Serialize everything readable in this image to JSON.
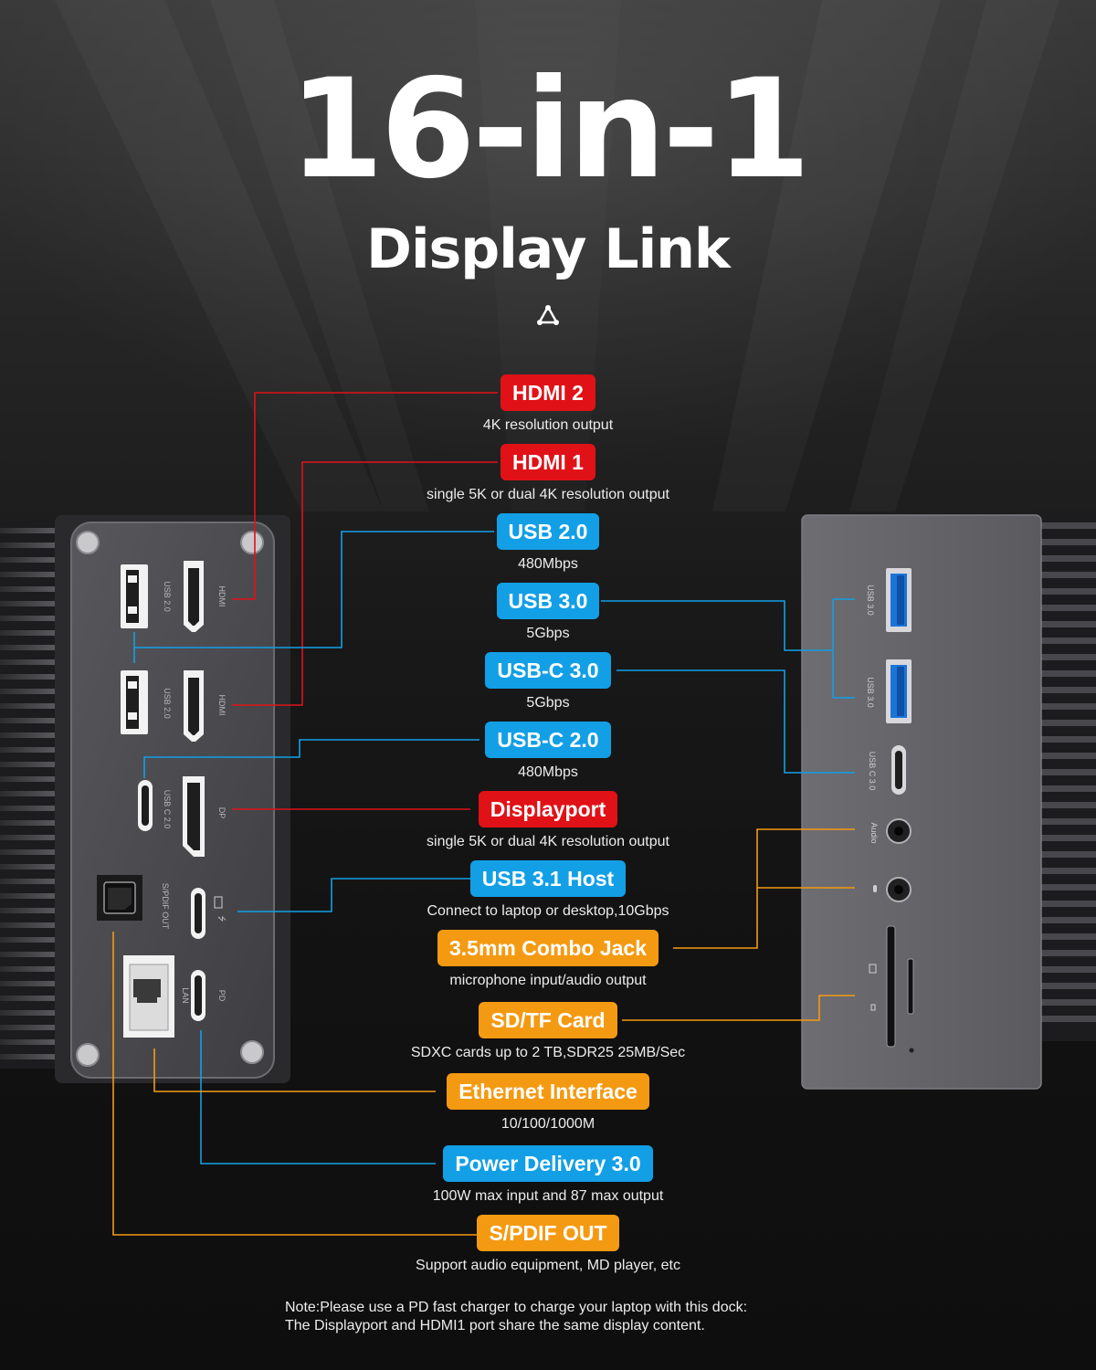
{
  "header": {
    "title": "16-in-1",
    "subtitle": "Display Link"
  },
  "left_device_labels": {
    "usb20_a": "USB 2.0",
    "usb20_b": "USB 2.0",
    "hdmi_a": "HDMI",
    "hdmi_b": "HDMI",
    "usbc20": "USB C 2.0",
    "dp": "DP",
    "spdif": "S/PDIF OUT",
    "lan": "LAN",
    "pd": "PD"
  },
  "right_device_labels": {
    "usb30_a": "USB 3.0",
    "usb30_b": "USB 3.0",
    "usbc30": "USB C 3.0",
    "audio": "Audio"
  },
  "ports": [
    {
      "name": "HDMI 2",
      "desc": "4K resolution output",
      "color": "#e01218"
    },
    {
      "name": "HDMI 1",
      "desc": "single 5K or dual 4K resolution output",
      "color": "#e01218"
    },
    {
      "name": "USB 2.0",
      "desc": "480Mbps",
      "color": "#139fe6"
    },
    {
      "name": "USB 3.0",
      "desc": "5Gbps",
      "color": "#139fe6"
    },
    {
      "name": "USB-C 3.0",
      "desc": "5Gbps",
      "color": "#139fe6"
    },
    {
      "name": "USB-C 2.0",
      "desc": "480Mbps",
      "color": "#139fe6"
    },
    {
      "name": "Displayport",
      "desc": "single 5K or dual 4K resolution output",
      "color": "#e01218"
    },
    {
      "name": "USB 3.1 Host",
      "desc": "Connect to laptop or desktop,10Gbps",
      "color": "#139fe6"
    },
    {
      "name": "3.5mm Combo Jack",
      "desc": "microphone input/audio output",
      "color": "#f49a12"
    },
    {
      "name": "SD/TF Card",
      "desc": "SDXC cards up to 2 TB,SDR25 25MB/Sec",
      "color": "#f49a12"
    },
    {
      "name": "Ethernet Interface",
      "desc": "10/100/1000M",
      "color": "#f49a12"
    },
    {
      "name": "Power Delivery 3.0",
      "desc": "100W max input and 87 max output",
      "color": "#139fe6"
    },
    {
      "name": "S/PDIF OUT",
      "desc": "Support audio equipment, MD player, etc",
      "color": "#f49a12"
    }
  ],
  "note": {
    "line1": "Note:Please use a PD fast charger to charge your laptop with this dock:",
    "line2": "The Displayport and HDMI1 port share the same display content."
  },
  "icons": {
    "brand": "triangle-recycle-logo-icon"
  }
}
